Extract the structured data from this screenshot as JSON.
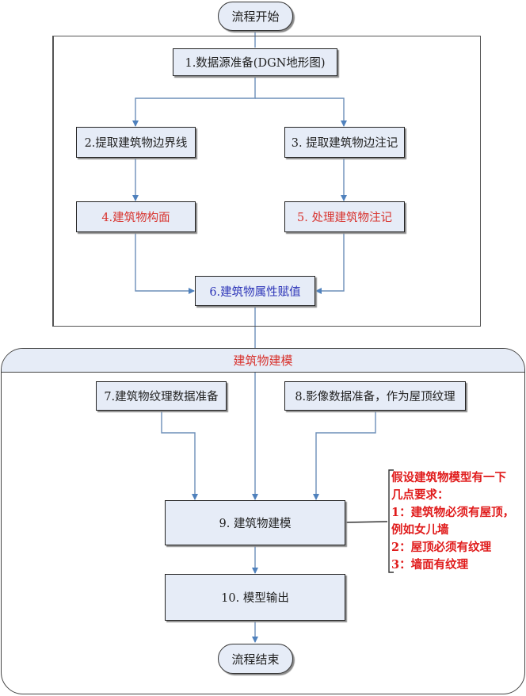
{
  "diagram": {
    "start": "流程开始",
    "end": "流程结束",
    "swimlane_title": "建筑物建模",
    "steps": [
      {
        "id": "1",
        "label": "1.数据源准备(DGN地形图)",
        "color": "#222222"
      },
      {
        "id": "2",
        "label": "2.提取建筑物边界线",
        "color": "#222222"
      },
      {
        "id": "3",
        "label": "3. 提取建筑物边注记",
        "color": "#222222"
      },
      {
        "id": "4",
        "label": "4.建筑物构面",
        "color": "#d8332e"
      },
      {
        "id": "5",
        "label": "5. 处理建筑物注记",
        "color": "#d8332e"
      },
      {
        "id": "6",
        "label": "6.建筑物属性赋值",
        "color": "#2d35b8"
      },
      {
        "id": "7",
        "label": "7.建筑物纹理数据准备",
        "color": "#222222"
      },
      {
        "id": "8",
        "label": "8.影像数据准备，作为屋顶纹理",
        "color": "#222222"
      },
      {
        "id": "9",
        "label": "9. 建筑物建模",
        "color": "#222222"
      },
      {
        "id": "10",
        "label": "10. 模型输出",
        "color": "#222222"
      }
    ],
    "edges": [
      [
        "start",
        "1"
      ],
      [
        "1",
        "2"
      ],
      [
        "1",
        "3"
      ],
      [
        "2",
        "4"
      ],
      [
        "3",
        "5"
      ],
      [
        "4",
        "6"
      ],
      [
        "5",
        "6"
      ],
      [
        "6",
        "9"
      ],
      [
        "7",
        "9"
      ],
      [
        "8",
        "9"
      ],
      [
        "9",
        "10"
      ],
      [
        "10",
        "end"
      ]
    ],
    "annotation": {
      "lines": [
        {
          "prefix": "",
          "text": "假设建筑物模型有一下"
        },
        {
          "prefix": "",
          "text": "几点要求："
        },
        {
          "prefix": "1：",
          "text": "建筑物必须有屋顶，"
        },
        {
          "prefix": "",
          "text": "例如女儿墙"
        },
        {
          "prefix": "2：",
          "text": "屋顶必须有纹理"
        },
        {
          "prefix": "3：",
          "text": "墙面有纹理"
        }
      ],
      "attached_to": "9",
      "color": "#e01b1b"
    },
    "colors": {
      "box_fill": "#e6ecf7",
      "connector": "#4f81bd",
      "red_text": "#d8332e",
      "blue_text": "#2d35b8"
    }
  }
}
